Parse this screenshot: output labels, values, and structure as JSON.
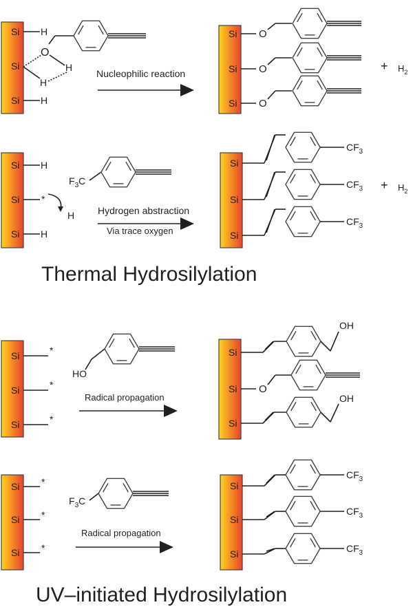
{
  "colors": {
    "surface_left": "#ffd21f",
    "surface_right": "#e8432c",
    "ink": "#231f20"
  },
  "atoms": {
    "si": "Si",
    "h": "H",
    "o": "O",
    "oh": "OH",
    "ho": "HO",
    "cf3_main": "CF",
    "f3_main": "F",
    "c_tail": "C",
    "sub3": "3",
    "radical": "*",
    "plus": "+",
    "h2_main": "H",
    "sub2": "2"
  },
  "panels": [
    {
      "reaction_label": "Nucleophilic reaction"
    },
    {
      "reaction_label": "Hydrogen abstraction",
      "reaction_sublabel": "Via trace oxygen"
    },
    {
      "reaction_label": "Radical propagation"
    },
    {
      "reaction_label": "Radical propagation"
    }
  ],
  "sections": {
    "thermal_title": "Thermal Hydrosilylation",
    "uv_title": "UV–initiated Hydrosilylation"
  }
}
